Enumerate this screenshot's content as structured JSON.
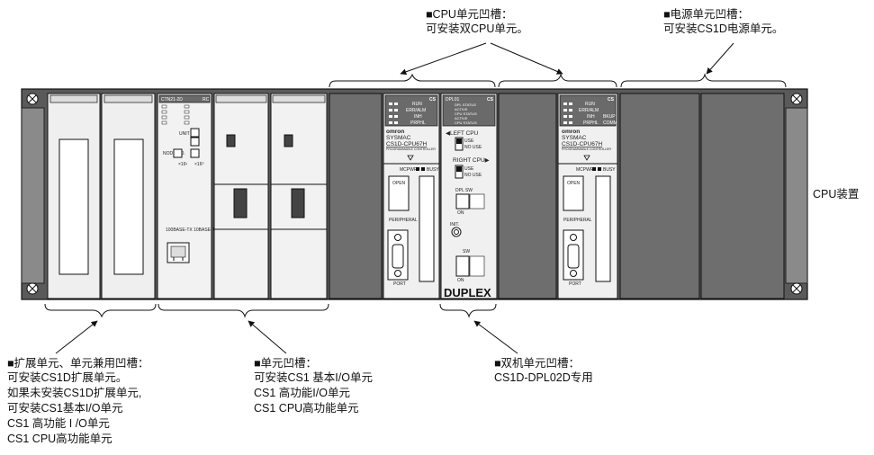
{
  "callouts": {
    "cpu_slot": [
      "■CPU单元凹槽：",
      "可安装双CPU单元。"
    ],
    "power_slot": [
      "■电源单元凹槽：",
      "可安装CS1D电源单元。"
    ],
    "cpu_device": "CPU装置",
    "expansion_slot": [
      "■扩展单元、单元兼用凹槽：",
      "可安装CS1D扩展单元。",
      "如果未安装CS1D扩展单元,",
      "可安装CS1基本I/O单元",
      "CS1 高功能 I /O单元",
      "CS1 CPU高功能单元"
    ],
    "unit_slot": [
      "■单元凹槽：",
      "可安装CS1 基本I/O单元",
      "CS1 高功能I/O单元",
      "CS1 CPU高功能单元"
    ],
    "duplex_slot": [
      "■双机单元凹槽：",
      "CS1D-DPL02D专用"
    ]
  },
  "panel_text": {
    "unit_model": "CTN21-2D",
    "unit_tag": "RC",
    "unit_no": "UNIT NO.",
    "node_no": "NODE NO.",
    "x16": "×16¹",
    "x1": "×16⁰",
    "ethernet": "100BASE-TX 10BASE-T",
    "dpl_model": "DPL01",
    "cs_tag": "CS",
    "dpl_status": [
      "DPL STATUS",
      "ACTIVE",
      "CPU STATUS",
      "ACTIVE",
      "CPU STATUS"
    ],
    "left_cpu": "◀LEFT CPU",
    "right_cpu": "RIGHT CPU▶",
    "use": "USE",
    "no_use": "NO USE",
    "dpl_sw": "DPL SW",
    "init": "INIT.",
    "sw": "SW",
    "on": "ON",
    "duplex_logo": "DUPLEX",
    "cpu_leds_left": [
      "RUN",
      "ERR/ALM",
      "INH",
      "PRPHL"
    ],
    "cpu_leds_right": [
      "RUN",
      "ERR/ALM",
      "BKUP",
      "COMM"
    ],
    "brand": "omron",
    "sysmac": "SYSMAC",
    "cpu_model": "CS1D-CPU67H",
    "cpu_sub": "PROGRAMMABLE CONTROLLER",
    "mcpwr": "MCPWR",
    "busy": "BUSY",
    "open": "OPEN",
    "peripheral": "PERIPHERAL",
    "port": "PORT"
  }
}
